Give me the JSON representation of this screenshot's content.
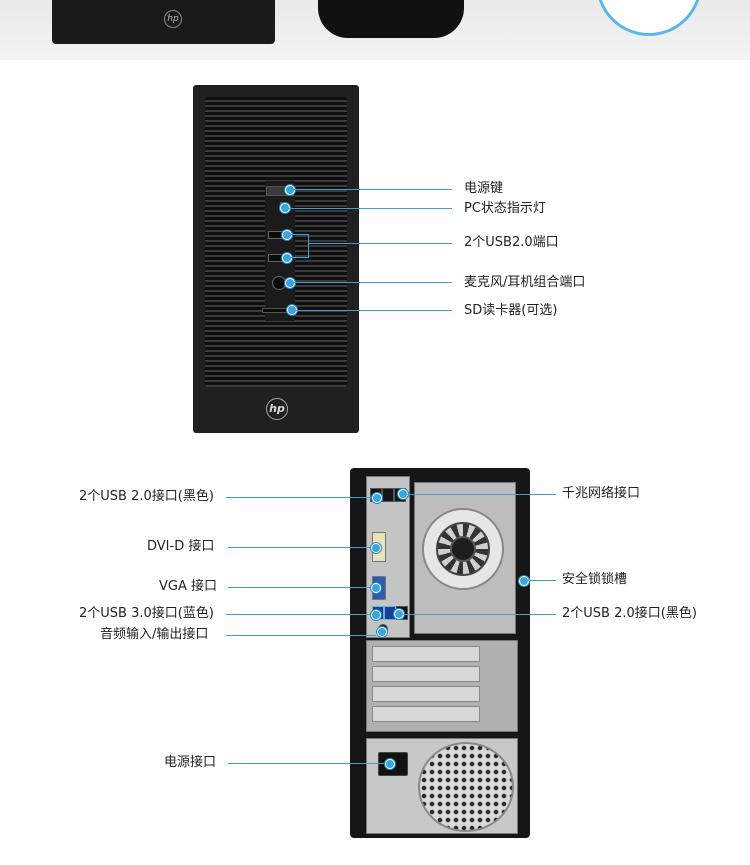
{
  "front_labels": {
    "power_button": "电源键",
    "pc_status_led": "PC状态指示灯",
    "usb2_front": "2个USB2.0端口",
    "mic_headset": "麦克风/耳机组合端口",
    "sd_reader": "SD读卡器(可选)"
  },
  "back_labels": {
    "usb2_black_top": "2个USB 2.0接口(黑色)",
    "dvi": "DVI-D 接口",
    "vga": "VGA 接口",
    "usb3_blue": "2个USB 3.0接口(蓝色)",
    "audio_io": "音频输入/输出接口",
    "power_connector": "电源接口",
    "gigabit_lan": "千兆网络接口",
    "security_lock": "安全锁锁槽",
    "usb2_black_side": "2个USB 2.0接口(黑色)"
  },
  "logo_text": "hp",
  "colors": {
    "callout": "#3aa0d8",
    "dot": "#35a6e0",
    "text": "#222222"
  }
}
